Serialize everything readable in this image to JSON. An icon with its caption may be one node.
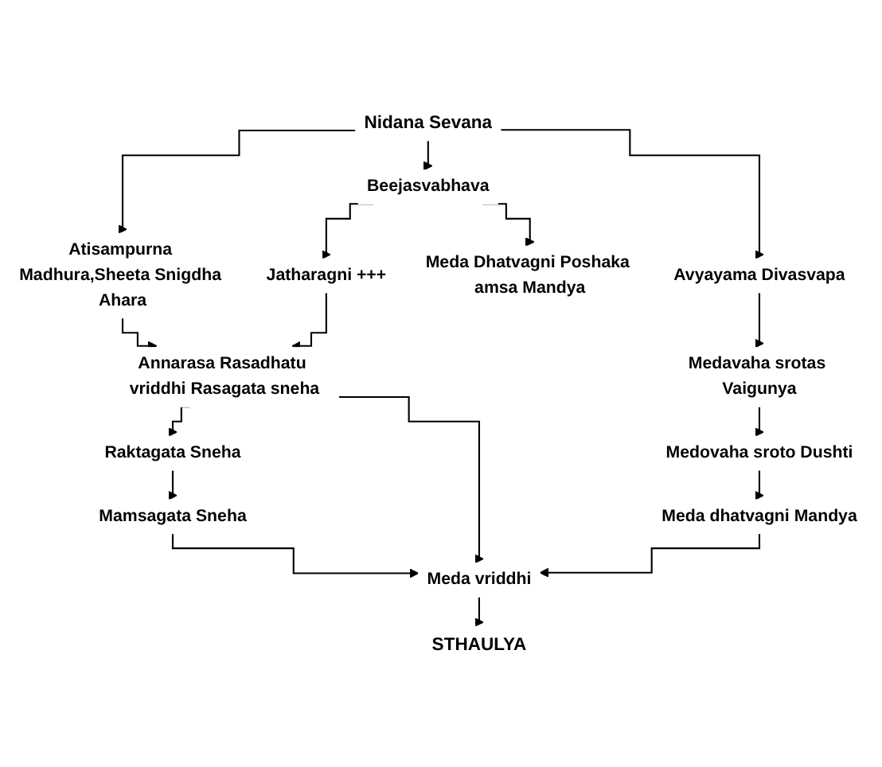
{
  "diagram": {
    "nodes": [
      {
        "text": [
          "Nidana Sevana"
        ]
      },
      {
        "text": [
          "Atisampurna Madhura,Sheeta Snigdha Ahara"
        ]
      },
      {
        "text": [
          "Beejasvabhava"
        ]
      },
      {
        "text": [
          "Avyayama Divasvapa"
        ]
      },
      {
        "text": [
          "Jatharagni +++"
        ]
      },
      {
        "text": [
          "Meda Dhatvagni Poshaka amsa Mandya"
        ]
      },
      {
        "text": [
          "Annarasa Rasadhatu vriddhi Rasagata sneha"
        ]
      },
      {
        "text": [
          "Medavaha srotas Vaigunya"
        ]
      },
      {
        "text": [
          "Raktagata Sneha"
        ]
      },
      {
        "text": [
          "Medovaha sroto Dushti"
        ]
      },
      {
        "text": [
          "Mamsagata Sneha"
        ]
      },
      {
        "text": [
          "Meda vriddhi"
        ]
      },
      {
        "text": [
          "Meda dhatvagni Mandya"
        ]
      },
      {
        "text": [
          "STHAULYA"
        ]
      }
    ],
    "edges": [
      {
        "from": 0,
        "to": 1,
        "arrow": "to"
      },
      {
        "from": 0,
        "to": 2,
        "arrow": "to"
      },
      {
        "from": 0,
        "to": 3,
        "arrow": "to"
      },
      {
        "from": 1,
        "to": 6,
        "arrow": "to"
      },
      {
        "from": 2,
        "to": 4,
        "arrow": "to"
      },
      {
        "from": 2,
        "to": 5,
        "arrow": "to"
      },
      {
        "from": 4,
        "to": 6,
        "arrow": "to"
      },
      {
        "from": 3,
        "to": 7,
        "arrow": "to"
      },
      {
        "from": 6,
        "to": 8,
        "arrow": "to"
      },
      {
        "from": 6,
        "to": 11,
        "arrow": "to"
      },
      {
        "from": 7,
        "to": 9,
        "arrow": "to"
      },
      {
        "from": 8,
        "to": 10,
        "arrow": "to"
      },
      {
        "from": 10,
        "to": 11,
        "arrow": "to"
      },
      {
        "from": 9,
        "to": 12,
        "arrow": "to"
      },
      {
        "from": 12,
        "to": 11,
        "arrow": "to"
      },
      {
        "from": 11,
        "to": 13,
        "arrow": "to"
      }
    ]
  }
}
